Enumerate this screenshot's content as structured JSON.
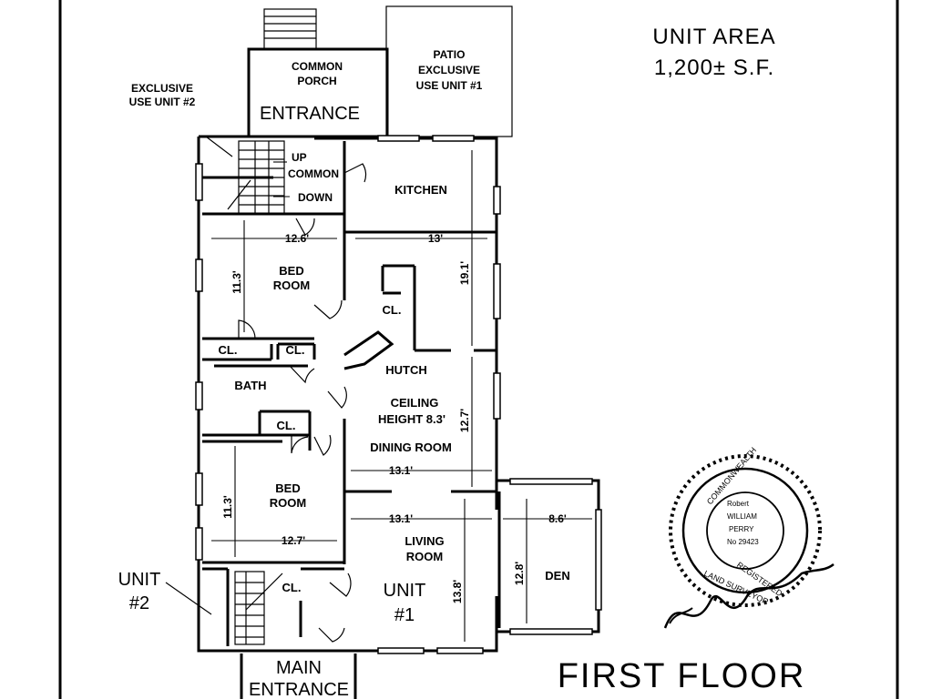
{
  "title": {
    "unit_area_line1": "UNIT AREA",
    "unit_area_line2": "1,200± S.F.",
    "floor": "FIRST FLOOR"
  },
  "labels": {
    "exclusive_unit2_line1": "EXCLUSIVE",
    "exclusive_unit2_line2": "USE UNIT #2",
    "common_porch_line1": "COMMON",
    "common_porch_line2": "PORCH",
    "entrance": "ENTRANCE",
    "patio_line1": "PATIO",
    "patio_line2": "EXCLUSIVE",
    "patio_line3": "USE UNIT #1",
    "up": "UP",
    "common": "COMMON",
    "down": "DOWN",
    "kitchen": "KITCHEN",
    "bedroom1_line1": "BED",
    "bedroom1_line2": "ROOM",
    "closet_a": "CL.",
    "closet_b": "CL.",
    "closet_c": "CL.",
    "closet_d": "CL.",
    "closet_e": "CL.",
    "hutch": "HUTCH",
    "bath": "BATH",
    "ceiling_line1": "CEILING",
    "ceiling_line2": "HEIGHT 8.3'",
    "dining_room": "DINING ROOM",
    "bedroom2_line1": "BED",
    "bedroom2_line2": "ROOM",
    "living_line1": "LIVING",
    "living_line2": "ROOM",
    "den": "DEN",
    "unit1_line1": "UNIT",
    "unit1_line2": "#1",
    "unit2_line1": "UNIT",
    "unit2_line2": "#2",
    "main_entrance_line1": "MAIN",
    "main_entrance_line2": "ENTRANCE"
  },
  "dimensions": {
    "bedroom1_width": "12.6'",
    "kitchen_width": "13'",
    "bedroom1_depth": "11.3'",
    "kitchen_depth": "19.1'",
    "dining_depth": "12.7'",
    "dining_width": "13.1'",
    "living_width": "13.1'",
    "den_width": "8.6'",
    "bedroom2_depth": "11.3'",
    "bedroom2_width": "12.7'",
    "living_depth": "13.8'",
    "den_depth": "12.8'"
  }
}
